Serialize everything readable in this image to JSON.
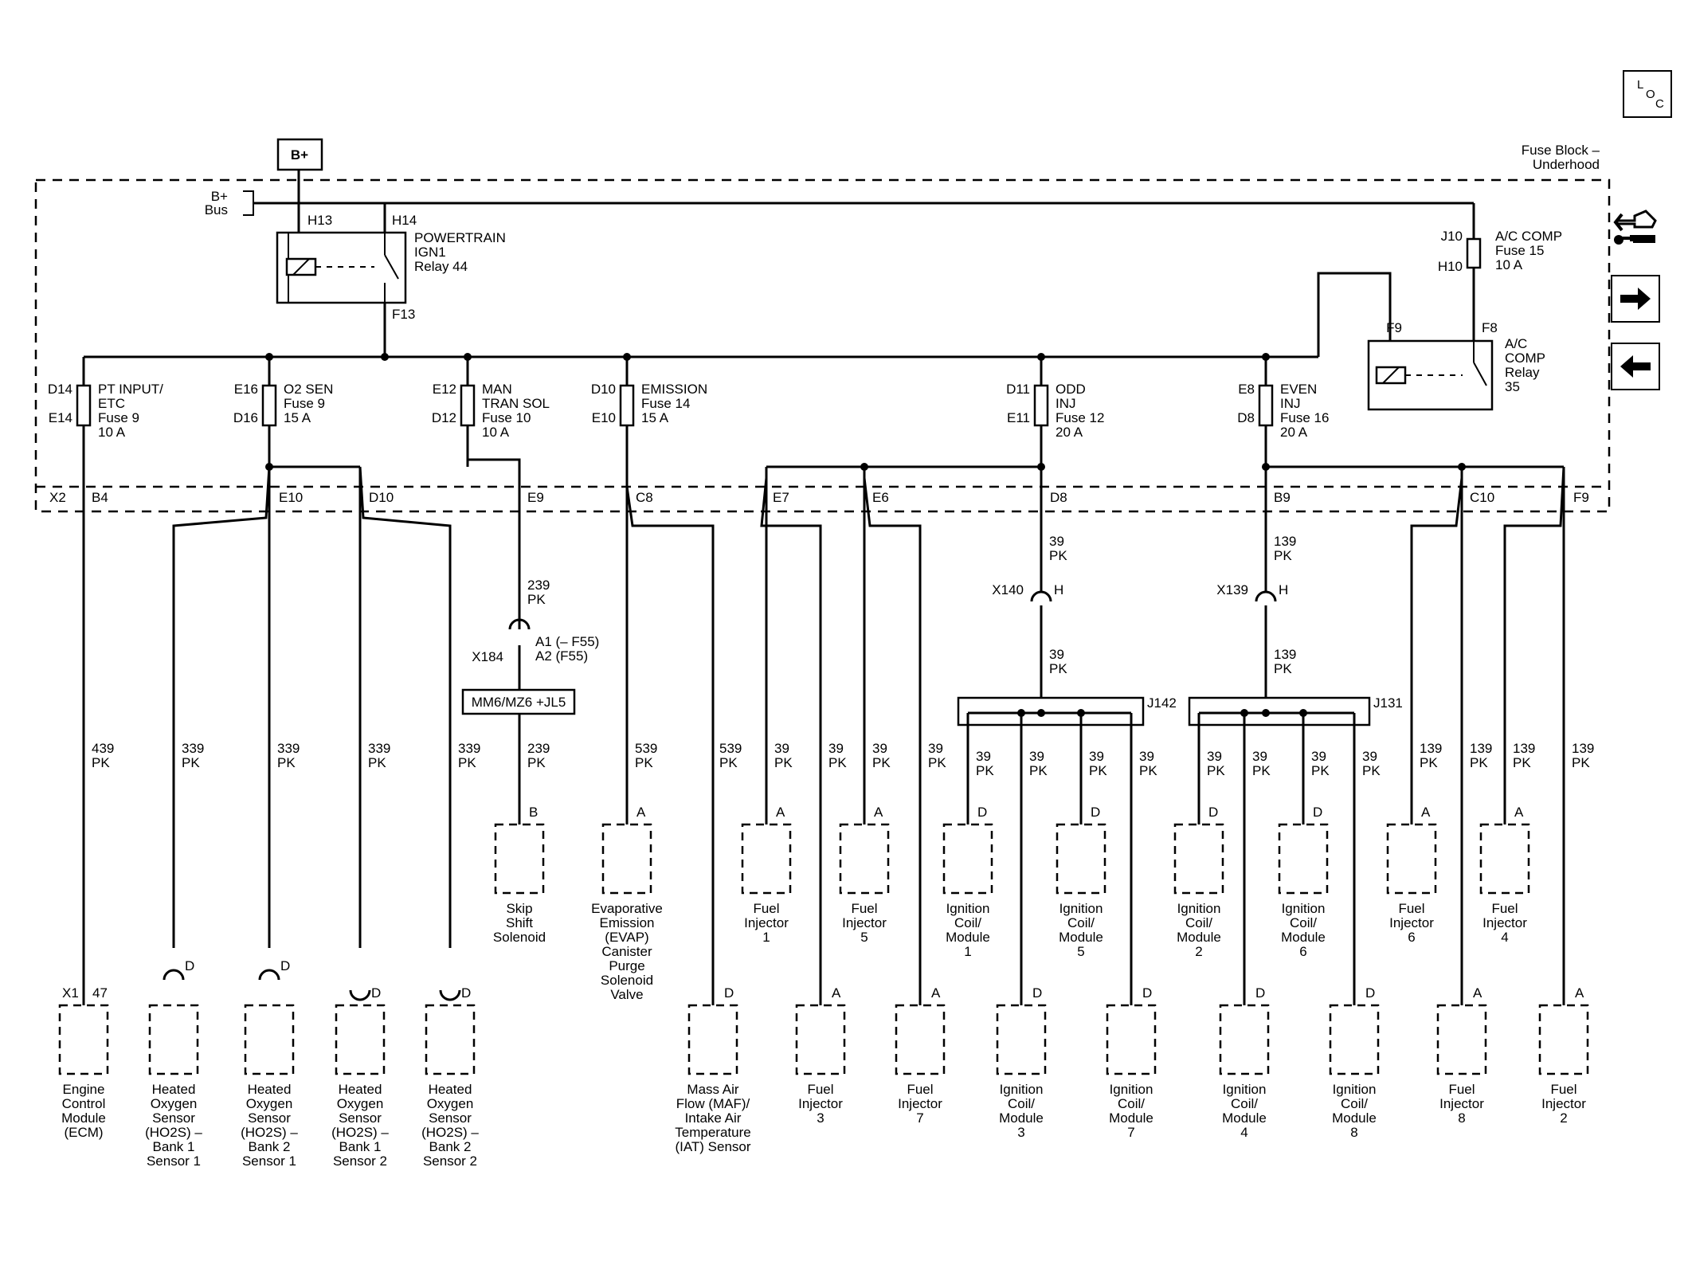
{
  "nav": {
    "loc_letters": [
      "L",
      "O",
      "C"
    ],
    "tools_icon": "wrench-engine-icon",
    "next_icon": "arrow-right-icon",
    "prev_icon": "arrow-left-icon"
  },
  "power": {
    "source": "B+",
    "bus_line1": "B+",
    "bus_line2": "Bus",
    "fuse_block_line1": "Fuse Block –",
    "fuse_block_line2": "Underhood"
  },
  "relays": {
    "powertrain": {
      "line1": "POWERTRAIN",
      "line2": "IGN1",
      "line3": "Relay 44",
      "pin_left": "H13",
      "pin_right": "H14",
      "pin_out": "F13"
    },
    "ac_comp": {
      "line1": "A/C",
      "line2": "COMP",
      "line3": "Relay",
      "line4": "35",
      "pin_left": "F9",
      "pin_right": "F8"
    }
  },
  "ac_fuse": {
    "line1": "A/C COMP",
    "line2": "Fuse 15",
    "line3": "10 A",
    "pin_top": "J10",
    "pin_bottom": "H10"
  },
  "fuses": [
    {
      "top_pin": "D14",
      "bot_pin": "E14",
      "lines": [
        "PT INPUT/",
        "ETC",
        "Fuse 9",
        "10 A"
      ]
    },
    {
      "top_pin": "E16",
      "bot_pin": "D16",
      "lines": [
        "O2 SEN",
        "Fuse 9",
        "15 A"
      ]
    },
    {
      "top_pin": "E12",
      "bot_pin": "D12",
      "lines": [
        "MAN",
        "TRAN SOL",
        "Fuse 10",
        "10 A"
      ]
    },
    {
      "top_pin": "D10",
      "bot_pin": "E10",
      "lines": [
        "EMISSION",
        "Fuse 14",
        "15 A"
      ]
    },
    {
      "top_pin": "D11",
      "bot_pin": "E11",
      "lines": [
        "ODD",
        "INJ",
        "Fuse 12",
        "20 A"
      ]
    },
    {
      "top_pin": "E8",
      "bot_pin": "D8",
      "lines": [
        "EVEN",
        "INJ",
        "Fuse 16",
        "20 A"
      ]
    }
  ],
  "x2_connector": {
    "name": "X2",
    "pins": [
      "B4",
      "E10",
      "D10",
      "E9",
      "C8",
      "E7",
      "E6",
      "D8",
      "B9",
      "C10",
      "F9"
    ]
  },
  "inline_connectors": {
    "x184": {
      "name": "X184",
      "pin1": "A1 (– F55)",
      "pin2": "A2 (F55)"
    },
    "x140": {
      "name": "X140",
      "pin": "H"
    },
    "x139": {
      "name": "X139",
      "pin": "H"
    },
    "option_box": "MM6/MZ6 +JL5",
    "splices": [
      "J142",
      "J131"
    ]
  },
  "wire_labels": {
    "w239": [
      "239",
      "PK"
    ],
    "w539": [
      "539",
      "PK"
    ],
    "w439": [
      "439",
      "PK"
    ],
    "w339": [
      "339",
      "PK"
    ],
    "w39": [
      "39",
      "PK"
    ],
    "w139": [
      "139",
      "PK"
    ]
  },
  "ecm_pins": {
    "connector": "X1",
    "pin": "47"
  },
  "components_mid": [
    {
      "pin": "B",
      "lines": [
        "Skip",
        "Shift",
        "Solenoid"
      ]
    },
    {
      "pin": "A",
      "lines": [
        "Evaporative",
        "Emission",
        "(EVAP)",
        "Canister",
        "Purge",
        "Solenoid",
        "Valve"
      ]
    },
    {
      "pin": "A",
      "lines": [
        "Fuel",
        "Injector",
        "1"
      ]
    },
    {
      "pin": "A",
      "lines": [
        "Fuel",
        "Injector",
        "5"
      ]
    },
    {
      "pin": "D",
      "lines": [
        "Ignition",
        "Coil/",
        "Module",
        "1"
      ]
    },
    {
      "pin": "D",
      "lines": [
        "Ignition",
        "Coil/",
        "Module",
        "5"
      ]
    },
    {
      "pin": "D",
      "lines": [
        "Ignition",
        "Coil/",
        "Module",
        "2"
      ]
    },
    {
      "pin": "D",
      "lines": [
        "Ignition",
        "Coil/",
        "Module",
        "6"
      ]
    },
    {
      "pin": "A",
      "lines": [
        "Fuel",
        "Injector",
        "6"
      ]
    },
    {
      "pin": "A",
      "lines": [
        "Fuel",
        "Injector",
        "4"
      ]
    }
  ],
  "components_bottom": [
    {
      "pin": "",
      "lines": [
        "Engine",
        "Control",
        "Module",
        "(ECM)"
      ]
    },
    {
      "pin": "D",
      "lines": [
        "Heated",
        "Oxygen",
        "Sensor",
        "(HO2S) –",
        "Bank 1",
        "Sensor 1"
      ]
    },
    {
      "pin": "D",
      "lines": [
        "Heated",
        "Oxygen",
        "Sensor",
        "(HO2S) –",
        "Bank 2",
        "Sensor 1"
      ]
    },
    {
      "pin": "D",
      "lines": [
        "Heated",
        "Oxygen",
        "Sensor",
        "(HO2S) –",
        "Bank 1",
        "Sensor 2"
      ]
    },
    {
      "pin": "D",
      "lines": [
        "Heated",
        "Oxygen",
        "Sensor",
        "(HO2S) –",
        "Bank 2",
        "Sensor 2"
      ]
    },
    {
      "pin": "D",
      "lines": [
        "Mass Air",
        "Flow (MAF)/",
        "Intake Air",
        "Temperature",
        "(IAT) Sensor"
      ]
    },
    {
      "pin": "A",
      "lines": [
        "Fuel",
        "Injector",
        "3"
      ]
    },
    {
      "pin": "A",
      "lines": [
        "Fuel",
        "Injector",
        "7"
      ]
    },
    {
      "pin": "D",
      "lines": [
        "Ignition",
        "Coil/",
        "Module",
        "3"
      ]
    },
    {
      "pin": "D",
      "lines": [
        "Ignition",
        "Coil/",
        "Module",
        "7"
      ]
    },
    {
      "pin": "D",
      "lines": [
        "Ignition",
        "Coil/",
        "Module",
        "4"
      ]
    },
    {
      "pin": "D",
      "lines": [
        "Ignition",
        "Coil/",
        "Module",
        "8"
      ]
    },
    {
      "pin": "A",
      "lines": [
        "Fuel",
        "Injector",
        "8"
      ]
    },
    {
      "pin": "A",
      "lines": [
        "Fuel",
        "Injector",
        "2"
      ]
    }
  ]
}
